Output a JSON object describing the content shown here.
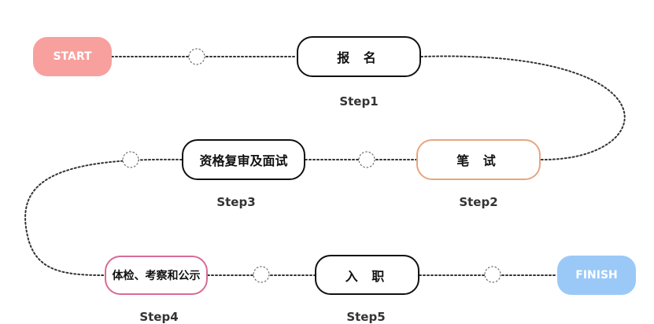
{
  "flow": {
    "start": "START",
    "finish": "FINISH",
    "steps": [
      {
        "name": "报 名",
        "label": "Step1"
      },
      {
        "name": "笔 试",
        "label": "Step2"
      },
      {
        "name": "资格复审及面试",
        "label": "Step3"
      },
      {
        "name": "体检、考察和公示",
        "label": "Step4"
      },
      {
        "name": "入 职",
        "label": "Step5"
      }
    ]
  },
  "colors": {
    "start_fill": "#f7a09d",
    "finish_fill": "#9bc9f7",
    "step2_border": "#e7a67e",
    "step4_border": "#d76b95",
    "default_border": "#111111"
  }
}
